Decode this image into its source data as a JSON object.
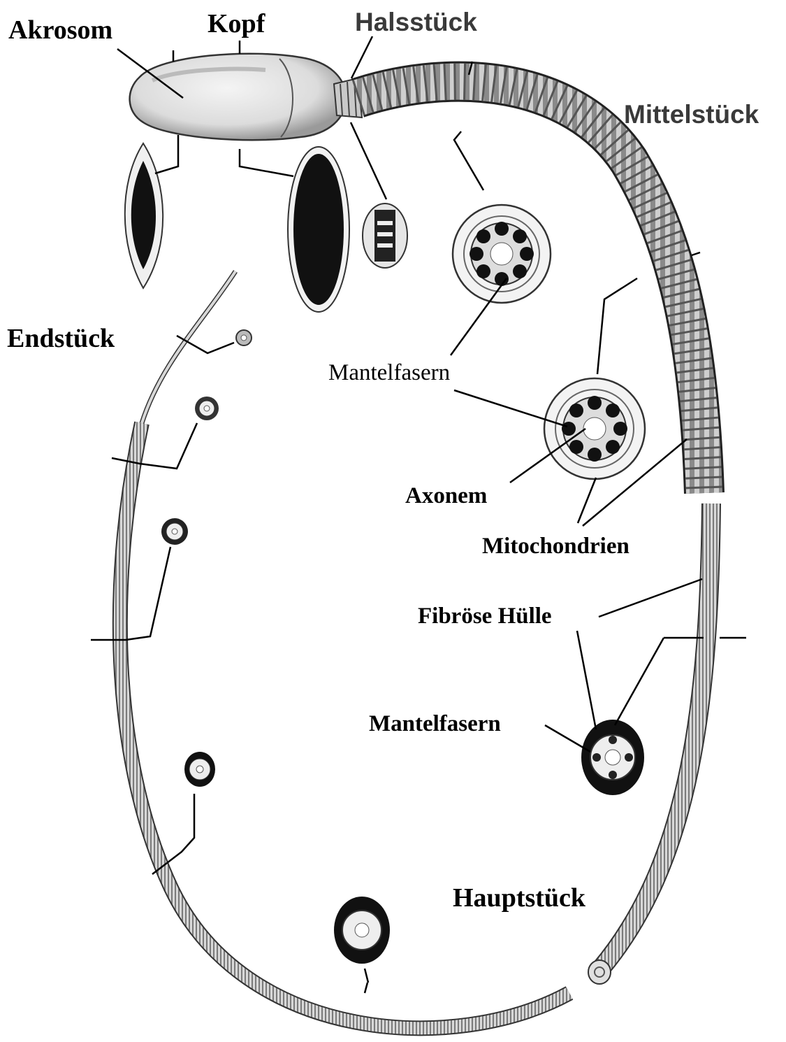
{
  "labels": {
    "akrosom": "Akrosom",
    "kopf": "Kopf",
    "halsstueck": "Halsstück",
    "mittelstueck": "Mittelstück",
    "endstueck": "Endstück",
    "mantelfasern_mid": "Mantelfasern",
    "axonem": "Axonem",
    "mitochondrien": "Mitochondrien",
    "fibroese_huelle": "Fibröse Hülle",
    "mantelfasern_main": "Mantelfasern",
    "hauptstueck": "Hauptstück"
  }
}
